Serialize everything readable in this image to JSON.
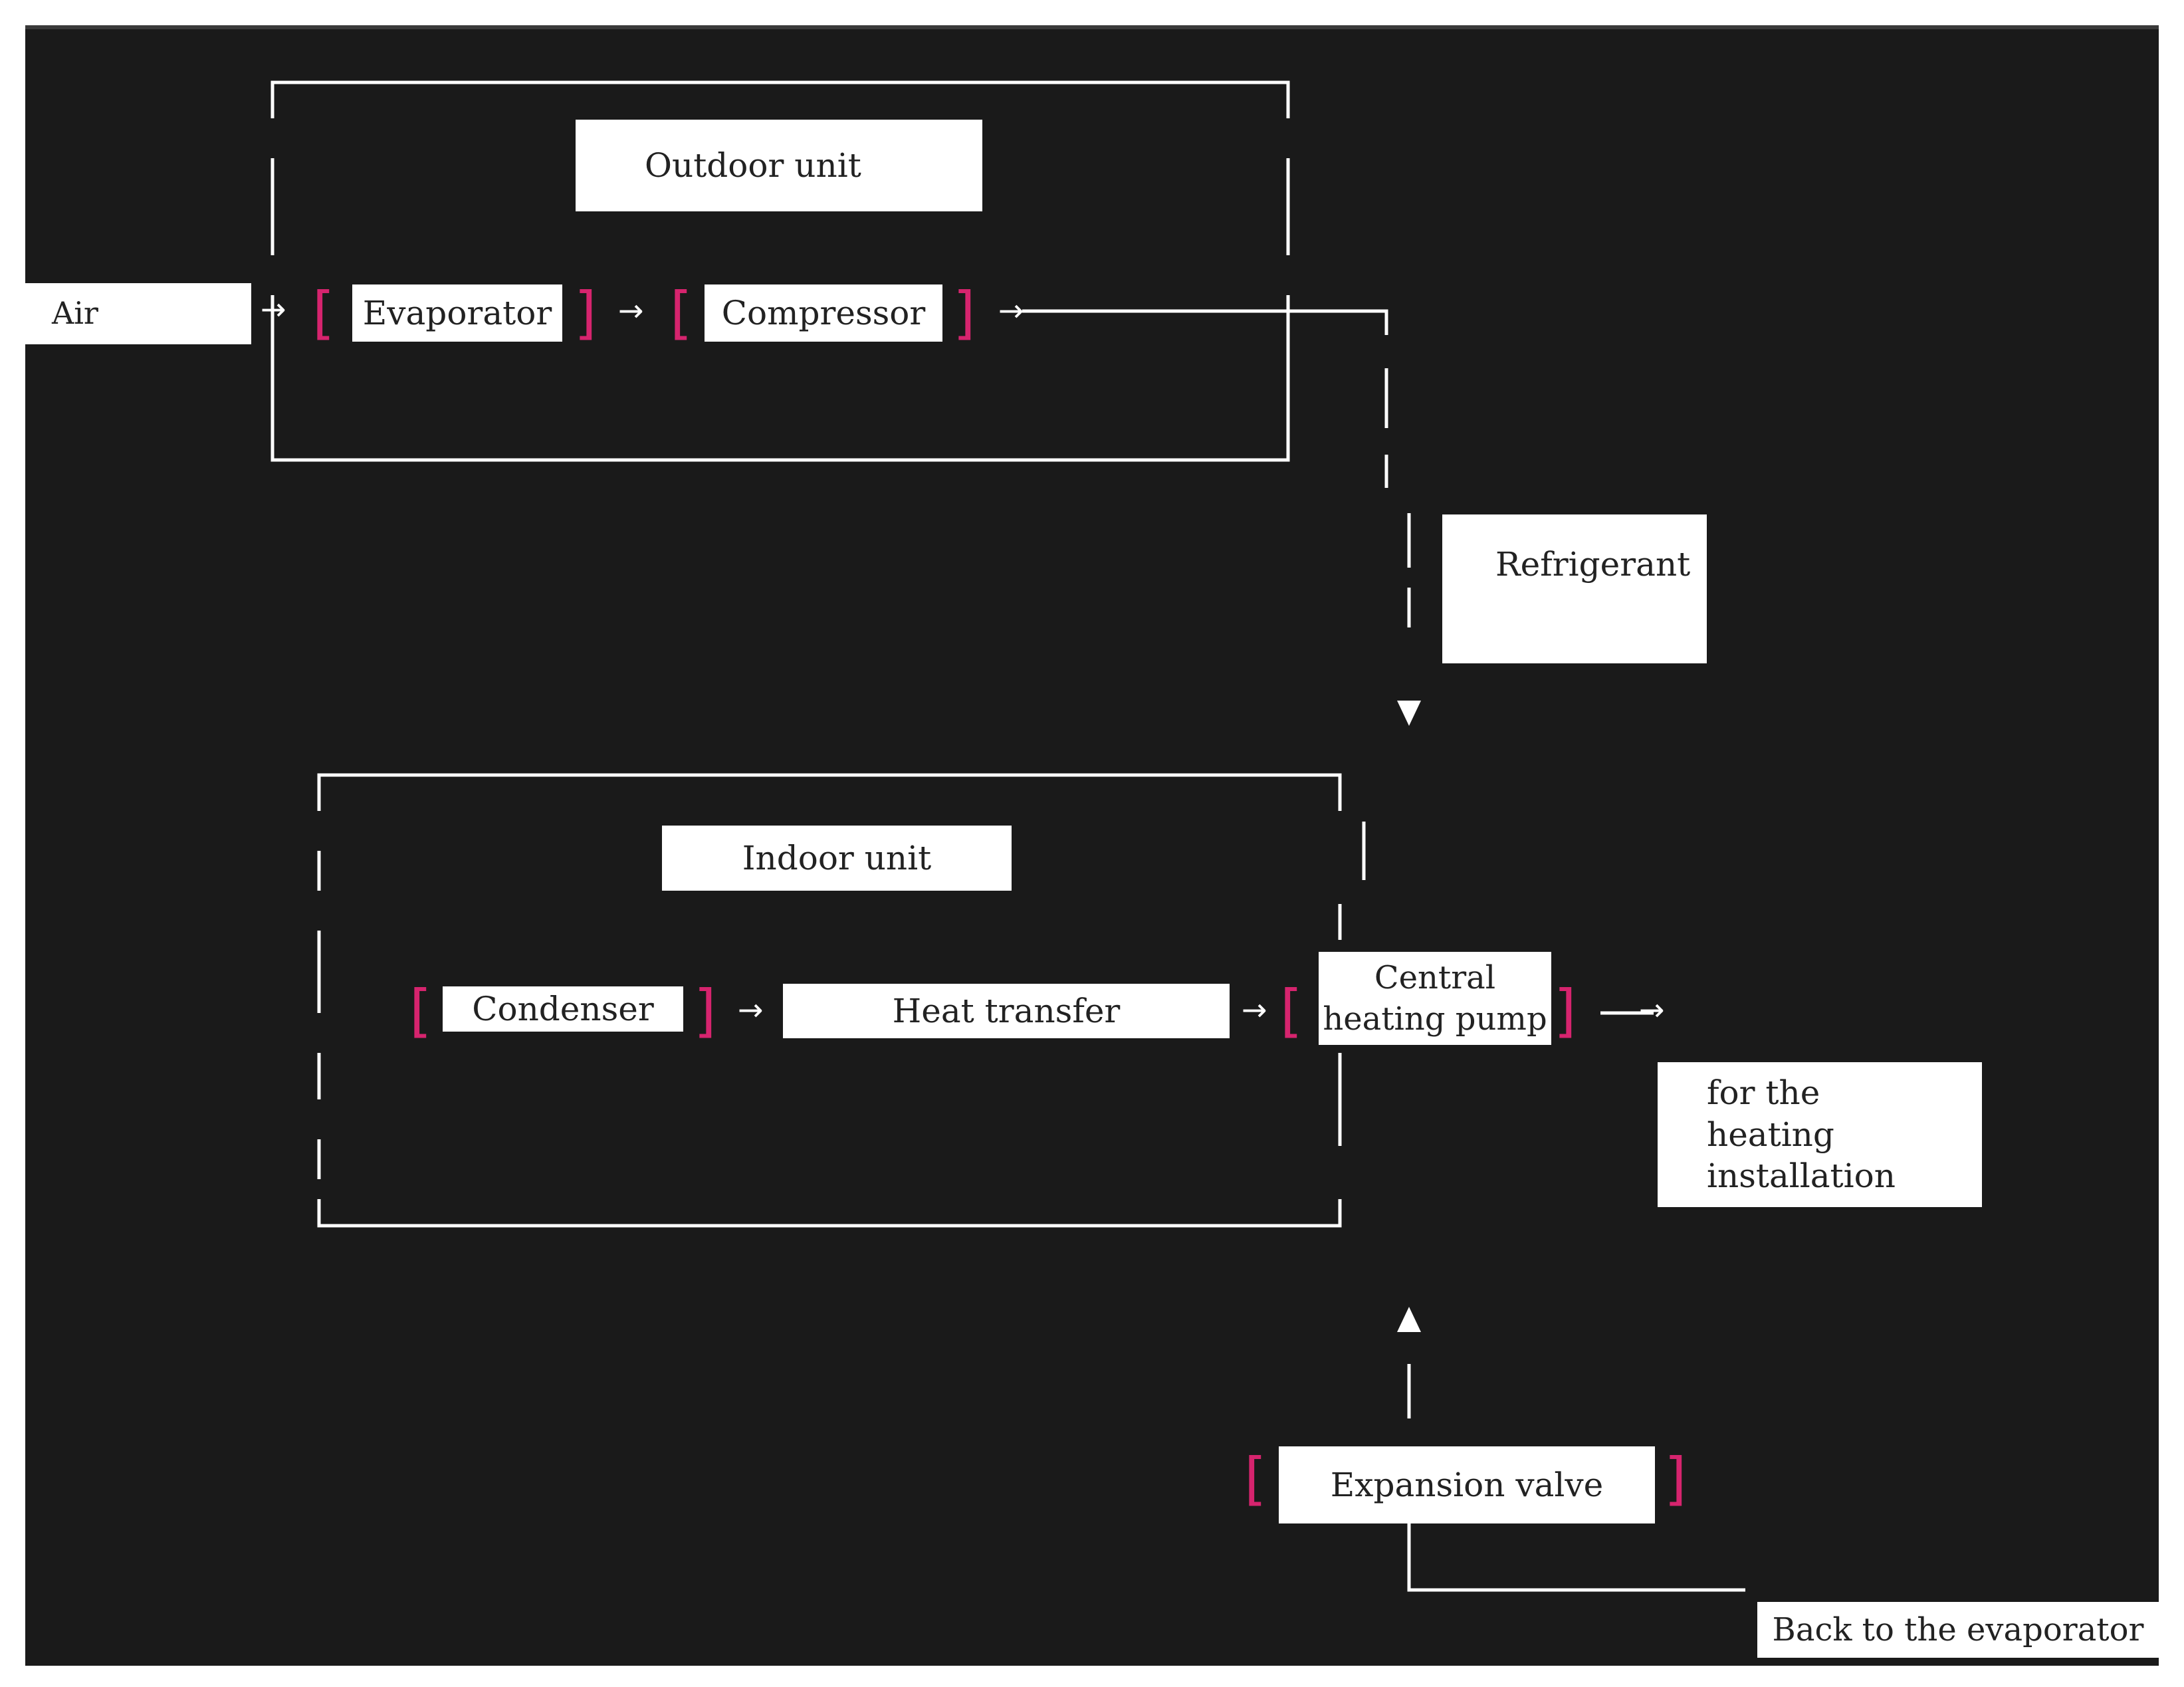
{
  "nodes": {
    "outdoor_unit": "Outdoor unit",
    "air": "Air",
    "evaporator": "Evaporator",
    "compressor": "Compressor",
    "refrigerant": "Refrigerant",
    "indoor_unit": "Indoor unit",
    "condenser": "Condenser",
    "heat_transfer": "Heat transfer",
    "central_heating_pump": "Central heating pump",
    "heating_installation": "for the heating installation",
    "expansion_valve": "Expansion valve",
    "back_to_evaporator": "Back to the evaporator"
  },
  "colors": {
    "background": "#1a1a1a",
    "box_fill": "#ffffff",
    "text": "#222222",
    "bracket": "#d6246e",
    "line": "#ffffff"
  }
}
